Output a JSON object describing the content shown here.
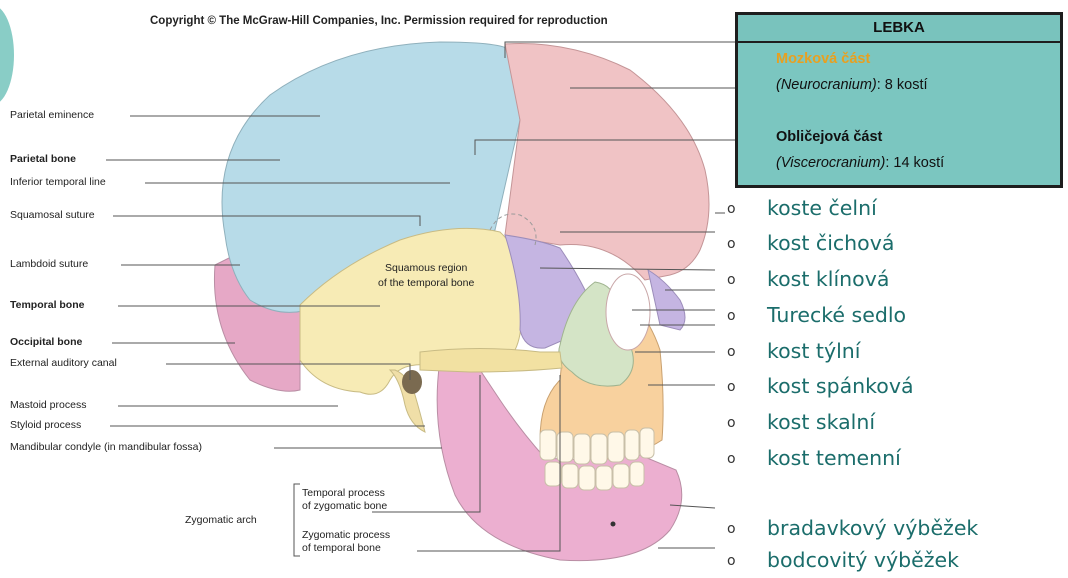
{
  "header": {
    "copyright": "Copyright © The McGraw-Hill Companies, Inc. Permission required for reproduction"
  },
  "info_box": {
    "title": "LEBKA",
    "brain_heading": "Mozková část",
    "brain_latin": "(Neurocranium)",
    "brain_count": ": 8 kostí",
    "face_heading": "Obličejová část",
    "face_latin": "(Viscerocranium)",
    "face_count": ": 14 kostí"
  },
  "labels_left": [
    "Parietal eminence",
    "Parietal bone",
    "Inferior temporal line",
    "Squamosal suture",
    "Lambdoid suture",
    "Temporal bone",
    "Occipital bone",
    "External auditory canal",
    "Mastoid process",
    "Styloid process",
    "Mandibular condyle (in mandibular fossa)"
  ],
  "labels_bottom": {
    "zygomatic_arch": "Zygomatic arch",
    "temporal_process_1": "Temporal process",
    "temporal_process_2": "of zygomatic bone",
    "zygomatic_process_1": "Zygomatic process",
    "zygomatic_process_2": "of temporal bone"
  },
  "squamous_label": {
    "line1": "Squamous region",
    "line2": "of the temporal bone"
  },
  "bone_list": [
    "koste čelní",
    "kost čichová",
    "kost klínová",
    "Turecké sedlo",
    "kost týlní",
    "kost spánková",
    "kost skalní",
    "kost temenní",
    "bradavkový výběžek",
    "bodcovitý výběžek"
  ],
  "bullet_symbol": "o",
  "colors": {
    "parietal": "#b7dbe8",
    "frontal": "#f0c3c5",
    "temporal": "#f7ebb5",
    "occipital": "#e6a8c6",
    "sphenoid": "#c5b5e2",
    "zygomatic": "#d4e4c6",
    "maxilla": "#f8d19e",
    "mandible": "#ecafd0",
    "box_fill": "#7bc6c0",
    "list_text": "#1b6d6b"
  }
}
